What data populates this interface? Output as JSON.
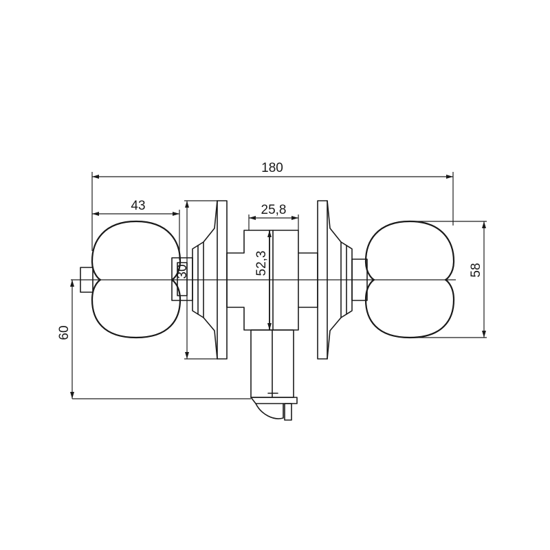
{
  "drawing": {
    "subject": "tubular door knob lockset",
    "line_color": "#1a1a1a",
    "background": "#ffffff"
  },
  "dimensions": {
    "overall_length": "180",
    "knob_length": "43",
    "latch_width": "25,8",
    "chassis_height": "52,3",
    "knob_diameter": "58",
    "spindle": "30",
    "backset": "60"
  }
}
